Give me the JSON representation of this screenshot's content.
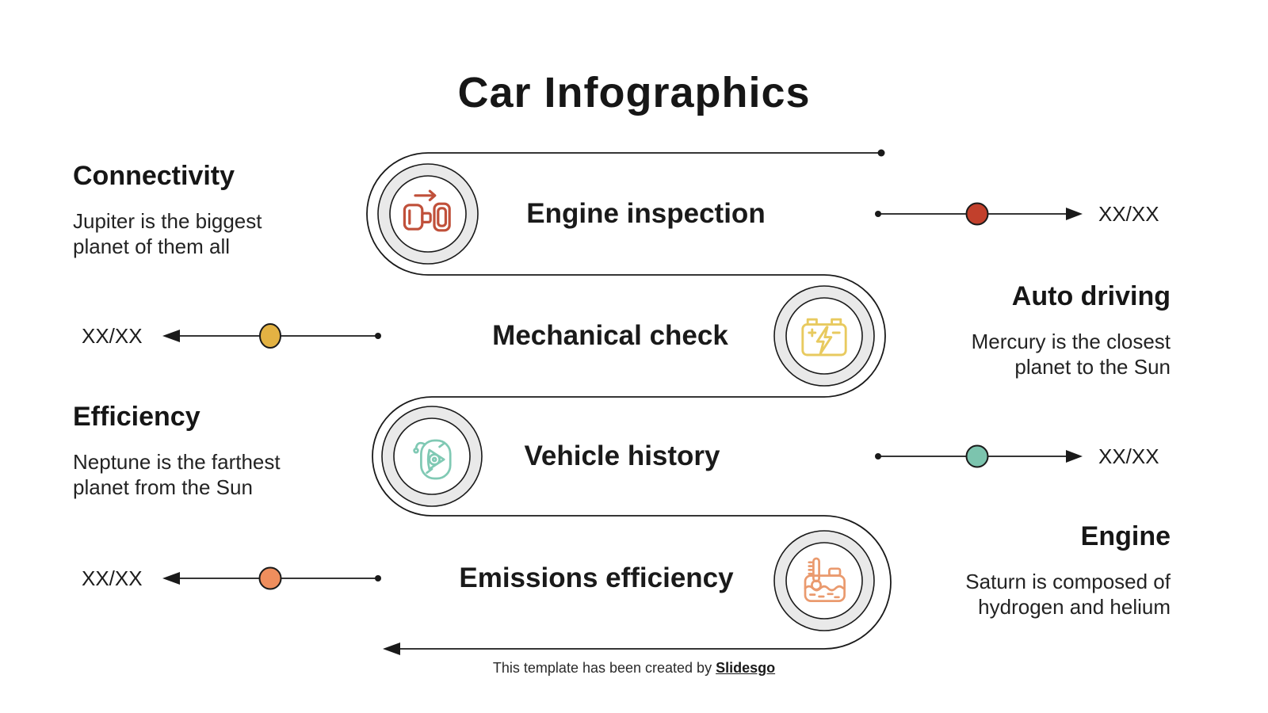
{
  "title": "Car Infographics",
  "rows": [
    {
      "label": "Engine inspection",
      "value": "XX/XX",
      "icon": "seatbelt-buckle-icon",
      "dot_color": "#c2402c",
      "icon_color": "#c0503a",
      "side": "right-arrow"
    },
    {
      "label": "Mechanical check",
      "value": "XX/XX",
      "icon": "car-battery-icon",
      "dot_color": "#e3b243",
      "icon_color": "#e8ca5f",
      "side": "left-arrow"
    },
    {
      "label": "Vehicle history",
      "value": "XX/XX",
      "icon": "rotary-engine-icon",
      "dot_color": "#7cc4ae",
      "icon_color": "#80c9b4",
      "side": "right-arrow"
    },
    {
      "label": "Emissions efficiency",
      "value": "XX/XX",
      "icon": "coolant-tank-icon",
      "dot_color": "#ef8e5d",
      "icon_color": "#ea9a6e",
      "side": "left-arrow"
    }
  ],
  "callouts": [
    {
      "heading": "Connectivity",
      "body": "Jupiter is the biggest\nplanet of them all"
    },
    {
      "heading": "Auto driving",
      "body": "Mercury is the closest\nplanet to the Sun"
    },
    {
      "heading": "Efficiency",
      "body": "Neptune is the farthest\nplanet from the Sun"
    },
    {
      "heading": "Engine",
      "body": "Saturn is composed of\nhydrogen and helium"
    }
  ],
  "footer": {
    "text": "This template has been created by ",
    "brand": "Slidesgo"
  },
  "theme": {
    "background": "#ffffff",
    "text": "#1d1d1b",
    "line": "#1a1a1a",
    "ring_fill": "#e9e9e9"
  }
}
